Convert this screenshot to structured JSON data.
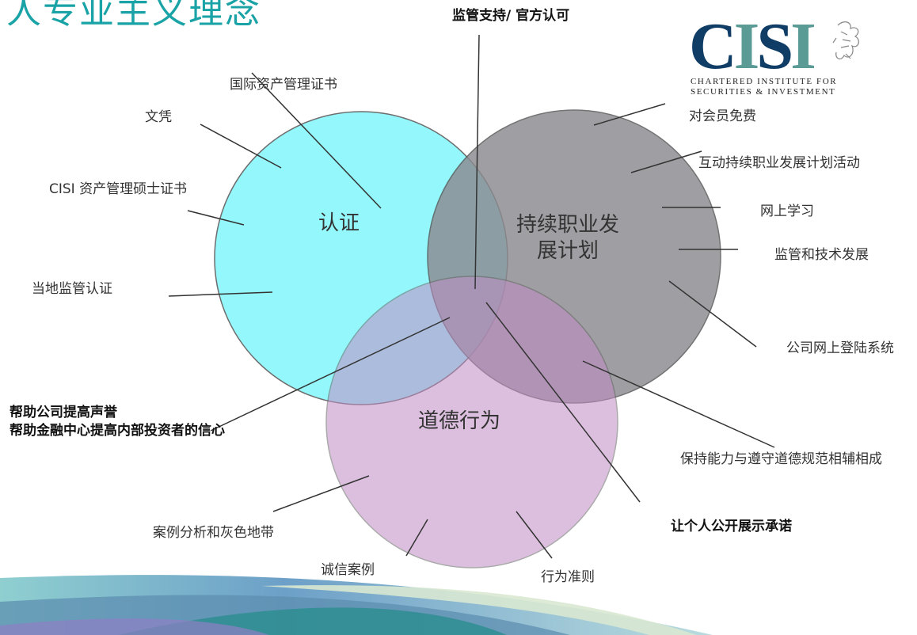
{
  "title": "人专业主义理念",
  "logo": {
    "name": "CISI",
    "subtitle_line1": "CHARTERED INSTITUTE FOR",
    "subtitle_line2": "SECURITIES & INVESTMENT"
  },
  "circles": {
    "certification": "认证",
    "cpd_line1": "持续职业发",
    "cpd_line2": "展计划",
    "ethics": "道德行为"
  },
  "labels": {
    "regulatory_support": "监管支持/ 官方认可",
    "intl_cert": "国际资产管理证书",
    "diploma": "文凭",
    "cisi_masters": "CISI 资产管理硕士证书",
    "local_reg": "当地监管认证",
    "reputation_line1": "帮助公司提高声誉",
    "reputation_line2": "帮助金融中心提高内部投资者的信心",
    "case_studies": "案例分析和灰色地带",
    "integrity_cases": "诚信案例",
    "code_of_conduct": "行为准则",
    "public_commitment": "让个人公开展示承诺",
    "competence_ethics": "保持能力与遵守道德规范相辅相成",
    "login_system": "公司网上登陆系统",
    "reg_tech": "监管和技术发展",
    "online_learning": "网上学习",
    "interactive_cpd": "互动持续职业发展计划活动",
    "free_members": "对会员免费"
  },
  "colors": {
    "cert_circle": "#8ff7fb",
    "cpd_circle": "#8b8b90",
    "ethics_circle": "#c08cc4",
    "center": "#3a9ad3",
    "title": "#1aa3a6",
    "logo_navy": "#0f3d66",
    "logo_teal": "#5a9b96"
  }
}
